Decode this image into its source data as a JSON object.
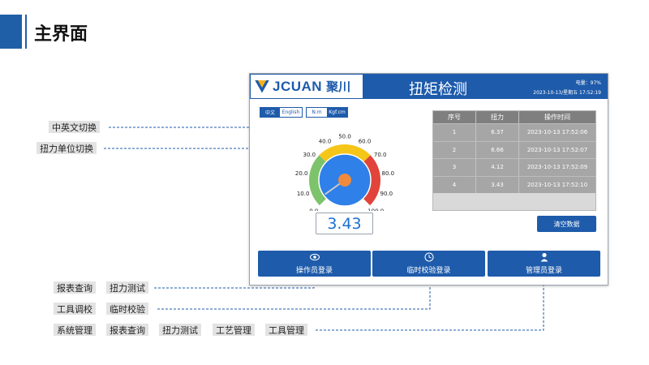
{
  "page": {
    "title": "主界面"
  },
  "header": {
    "brand": "JCUAN",
    "brand_cn": "聚川",
    "title": "扭矩检测",
    "battery": "电量：97%",
    "datetime": "2023-10-13/星期五  17:52:19"
  },
  "toggles": {
    "lang": {
      "on": "中文",
      "off": "English"
    },
    "unit": {
      "on": "N.m",
      "off": "Kgf.cm"
    }
  },
  "gauge": {
    "ticks": [
      "0.0",
      "10.0",
      "20.0",
      "30.0",
      "40.0",
      "50.0",
      "60.0",
      "70.0",
      "80.0",
      "90.0",
      "100.0"
    ],
    "value": 3.43,
    "min": 0,
    "max": 100,
    "display": "3.43",
    "colors": {
      "green": "#7dc36b",
      "yellow": "#f5c518",
      "red": "#e0443a",
      "dial": "#2f80e8",
      "hub": "#f08a3c"
    }
  },
  "table": {
    "headers": [
      "序号",
      "扭力",
      "操作时间"
    ],
    "rows": [
      [
        "1",
        "6.37",
        "2023-10-13 17:52:06"
      ],
      [
        "2",
        "6.66",
        "2023-10-13 17:52:07"
      ],
      [
        "3",
        "4.12",
        "2023-10-13 17:52:09"
      ],
      [
        "4",
        "3.43",
        "2023-10-13 17:52:10"
      ]
    ]
  },
  "buttons": {
    "clear": "清空数据",
    "operator": "操作员登录",
    "temp": "临时校验登录",
    "admin": "管理员登录"
  },
  "annotations": {
    "lang_switch": "中英文切换",
    "unit_switch": "扭力单位切换",
    "operator_items": [
      "报表查询",
      "扭力测试"
    ],
    "temp_items": [
      "工具调校",
      "临时校验"
    ],
    "admin_items": [
      "系统管理",
      "报表查询",
      "扭力测试",
      "工艺管理",
      "工具管理"
    ]
  },
  "colors": {
    "brand": "#1e5bab",
    "leader": "#1e5bab"
  }
}
